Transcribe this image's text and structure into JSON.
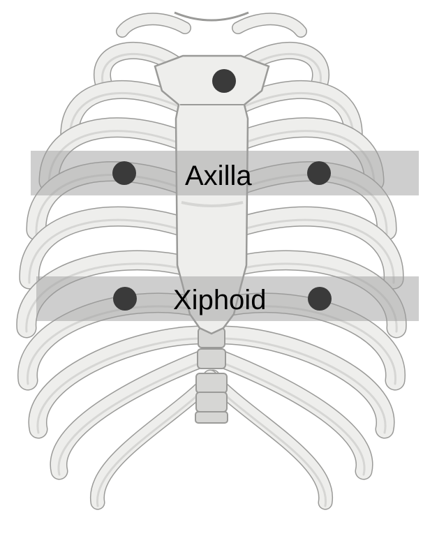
{
  "diagram": {
    "colors": {
      "background": "#ffffff",
      "bone_fill": "#eeeeec",
      "bone_stroke": "#9a9a98",
      "bone_shade": "#d6d6d4",
      "band_fill": "#9e9e9e",
      "marker": "#3a3a3a",
      "label_text": "#000000"
    },
    "bands": [
      {
        "label": "Axilla"
      },
      {
        "label": "Xiphoid"
      }
    ],
    "markers": {
      "sternal_notch": "dot",
      "axilla": [
        "left-dot",
        "right-dot"
      ],
      "xiphoid": [
        "left-dot",
        "right-dot"
      ]
    }
  }
}
